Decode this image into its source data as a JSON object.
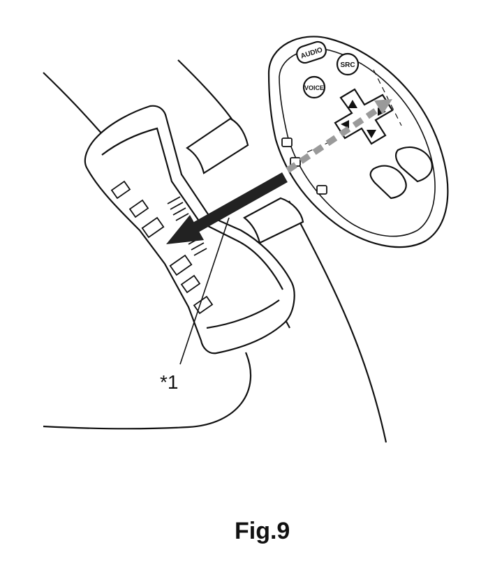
{
  "figure": {
    "caption": "Fig.9",
    "callout": "*1",
    "remote_buttons": {
      "audio": "AUDIO",
      "source": "SRC",
      "voice": "VOICE"
    },
    "colors": {
      "line": "#111111",
      "arrow": "#222222",
      "dashed_arrow": "#9a9a9a"
    }
  }
}
